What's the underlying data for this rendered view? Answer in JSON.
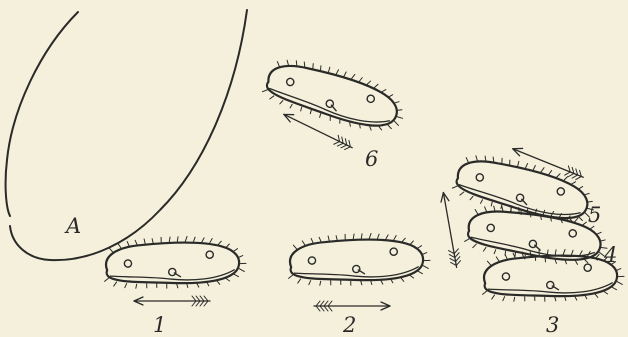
{
  "figure": {
    "background": "#f4f0dc",
    "ink": "#2a2a28",
    "labels": {
      "object": "A",
      "p1": "1",
      "p2": "2",
      "p3": "3",
      "p4": "4",
      "p5": "5",
      "p6": "6"
    }
  }
}
